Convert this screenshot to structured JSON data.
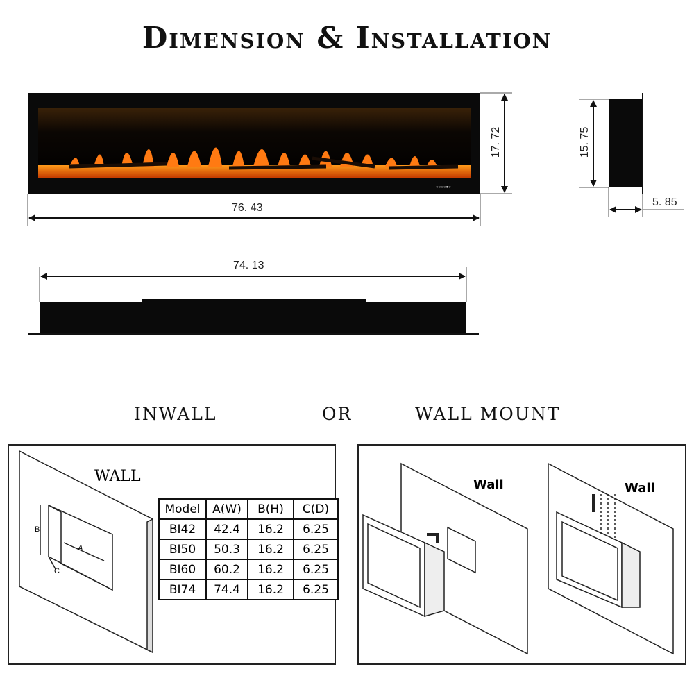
{
  "title": "Dimension & Installation",
  "front_view": {
    "width_label": "76. 43",
    "height_label": "17. 72"
  },
  "side_view": {
    "height_label": "15. 75",
    "depth_label": "5. 85"
  },
  "top_view": {
    "width_label": "74. 13"
  },
  "modes": {
    "inwall": "INWALL",
    "or": "OR",
    "wall_mount": "WALL MOUNT"
  },
  "inwall_diagram": {
    "wall_label": "WALL",
    "a": "A",
    "b": "B",
    "c": "C"
  },
  "table": {
    "headers": [
      "Model",
      "A(W)",
      "B(H)",
      "C(D)"
    ],
    "rows": [
      [
        "BI42",
        "42.4",
        "16.2",
        "6.25"
      ],
      [
        "BI50",
        "50.3",
        "16.2",
        "6.25"
      ],
      [
        "BI60",
        "60.2",
        "16.2",
        "6.25"
      ],
      [
        "BI74",
        "74.4",
        "16.2",
        "6.25"
      ]
    ]
  },
  "wall_mount_diagram": {
    "wall_label_1": "Wall",
    "wall_label_2": "Wall"
  }
}
